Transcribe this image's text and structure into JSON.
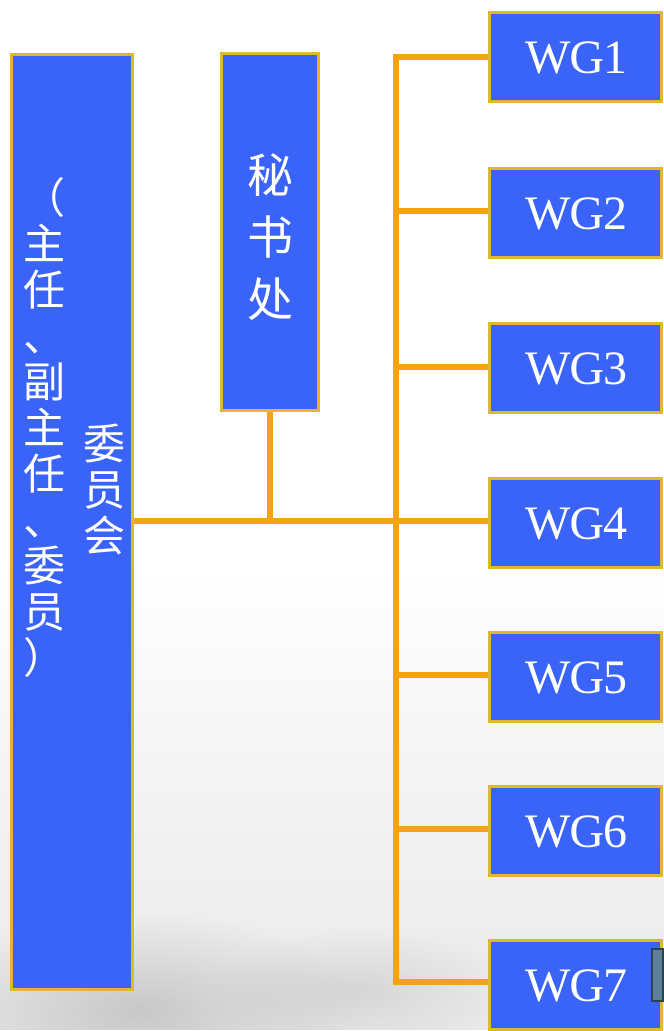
{
  "committee": {
    "label": "委员会",
    "members": "（主任、副主任、委员）"
  },
  "secretariat": {
    "label": "秘书处"
  },
  "working_groups": [
    "WG1",
    "WG2",
    "WG3",
    "WG4",
    "WG5",
    "WG6",
    "WG7"
  ],
  "colors": {
    "box_fill": "#3a63f7",
    "box_border": "#e1b72f",
    "connector": "#f5a312",
    "text": "#ffffff"
  }
}
